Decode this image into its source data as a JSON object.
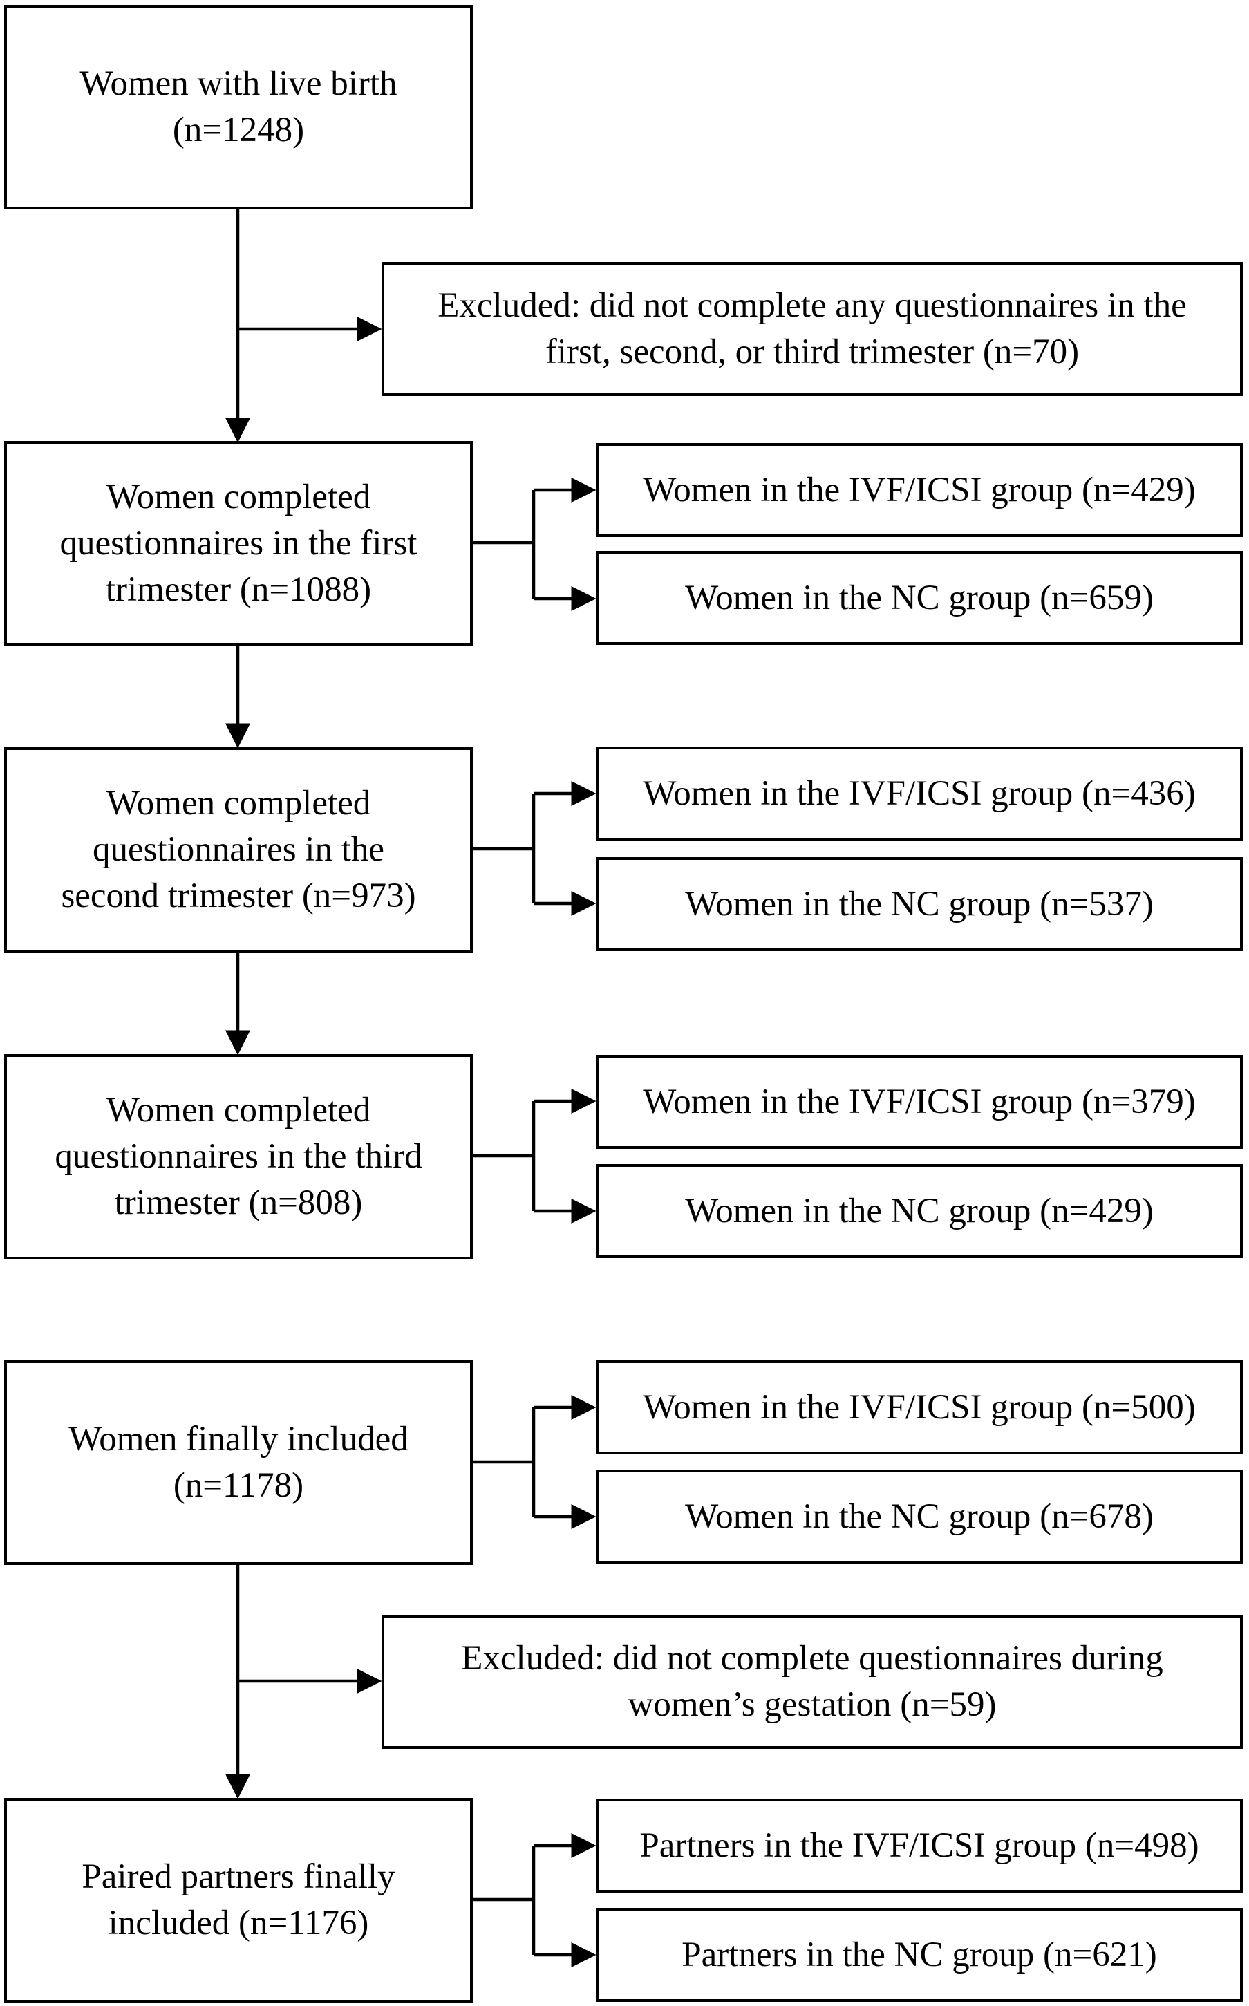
{
  "flowchart": {
    "start": {
      "lines": [
        "Women with live birth",
        "(n=1248)"
      ]
    },
    "excluded_1": {
      "lines": [
        "Excluded: did not complete any questionnaires in the",
        "first, second, or third trimester (n=70)"
      ]
    },
    "first_trimester": {
      "lines": [
        "Women completed",
        "questionnaires in the first",
        "trimester (n=1088)"
      ],
      "ivf": "Women in the IVF/ICSI group (n=429)",
      "nc": "Women in the NC group (n=659)"
    },
    "second_trimester": {
      "lines": [
        "Women completed",
        "questionnaires in the",
        "second trimester (n=973)"
      ],
      "ivf": "Women in the IVF/ICSI group (n=436)",
      "nc": "Women in the NC group (n=537)"
    },
    "third_trimester": {
      "lines": [
        "Women completed",
        "questionnaires in the third",
        "trimester (n=808)"
      ],
      "ivf": "Women in the IVF/ICSI group (n=379)",
      "nc": "Women in the NC group (n=429)"
    },
    "women_final": {
      "lines": [
        "Women finally included",
        "(n=1178)"
      ],
      "ivf": "Women in the IVF/ICSI group (n=500)",
      "nc": "Women in the NC group (n=678)"
    },
    "excluded_2": {
      "lines": [
        "Excluded: did not complete questionnaires during",
        "women’s gestation (n=59)"
      ]
    },
    "partners_final": {
      "lines": [
        "Paired partners finally",
        "included (n=1176)"
      ],
      "ivf": "Partners in the IVF/ICSI group (n=498)",
      "nc": "Partners in the NC group (n=621)"
    }
  }
}
